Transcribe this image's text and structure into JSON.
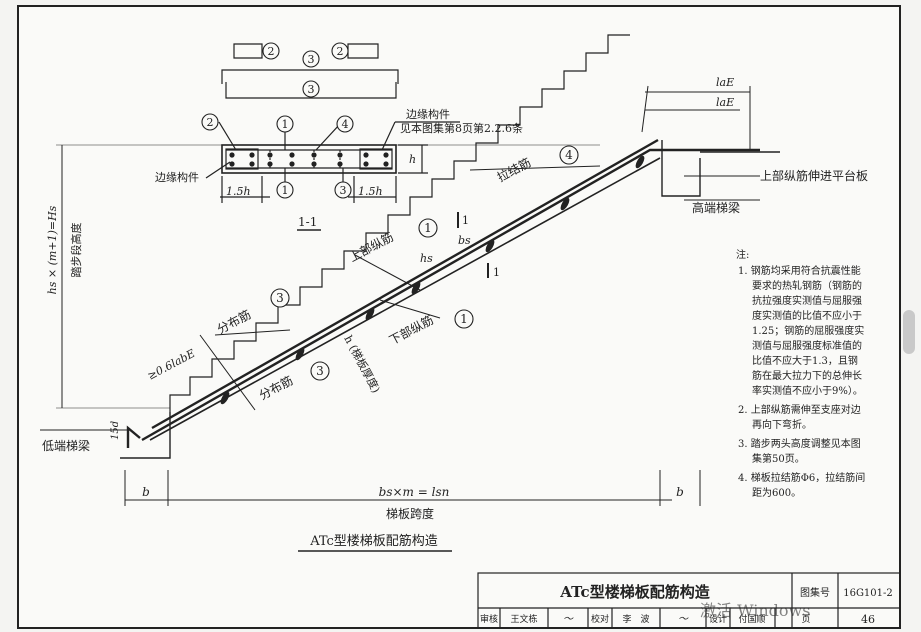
{
  "section": {
    "title": "1-1",
    "top_circle_2": "2",
    "top_circle_3a": "3",
    "top_circle_3b": "3",
    "c2": "2",
    "c1_top": "1",
    "c4": "4",
    "c1_bot": "1",
    "c3": "3",
    "edge_member": "边缘构件",
    "edge_ref": "见本图集第8页第2.2.6条",
    "edge_member_left": "边缘构件",
    "dim_left": "1.5h",
    "dim_right": "1.5h",
    "h": "h"
  },
  "elevation": {
    "lae_1": "laE",
    "lae_2": "laE",
    "upper_bar_into_slab": "上部纵筋伸进平台板",
    "high_beam": "高端梯梁",
    "low_beam": "低端梯梁",
    "tie_bar": "拉结筋",
    "tie_circle": "4",
    "upper_bar": "上部纵筋",
    "upper_circle": "1",
    "section_mark_top": "1",
    "section_mark_bot": "1",
    "bs": "bs",
    "hs": "hs",
    "dist_bar_top": "分布筋",
    "dist_circle_top": "3",
    "dist_bar_bot": "分布筋",
    "dist_circle_bot": "3",
    "lower_bar": "下部纵筋",
    "lower_circle": "1",
    "thickness": "h (梯板厚度)",
    "anchor": "≥0.6labE",
    "hook": "15d",
    "height_formula": "hs × (m+1)=Hs",
    "height_label": "踏步段高度",
    "dim_b_left": "b",
    "dim_span": "bs×m = lsn",
    "dim_b_right": "b",
    "span_label": "梯板跨度",
    "caption": "ATc型楼梯板配筋构造"
  },
  "notes": {
    "heading": "注:",
    "lines": [
      "1. 钢筋均采用符合抗震性能",
      "要求的热轧钢筋（钢筋的",
      "抗拉强度实测值与屈服强",
      "度实测值的比值不应小于",
      "1.25；钢筋的屈服强度实",
      "测值与屈服强度标准值的",
      "比值不应大于1.3，且钢",
      "筋在最大拉力下的总伸长",
      "率实测值不应小于9%）。",
      "2. 上部纵筋需伸至支座对边",
      "再向下弯折。",
      "3. 踏步两头高度调整见本图",
      "集第50页。",
      "4. 梯板拉结筋Φ6，拉结筋间",
      "距为600。"
    ]
  },
  "titleblock": {
    "title": "ATc型楼梯板配筋构造",
    "atlas_label": "图集号",
    "atlas_no": "16G101-2",
    "review_label": "审核",
    "reviewer": "王文栋",
    "check_label": "校对",
    "checker": "李　波",
    "design_label": "设计",
    "designer": "付国顺",
    "page_label": "页",
    "page_no": "46",
    "watermark": "激活 Windows"
  }
}
